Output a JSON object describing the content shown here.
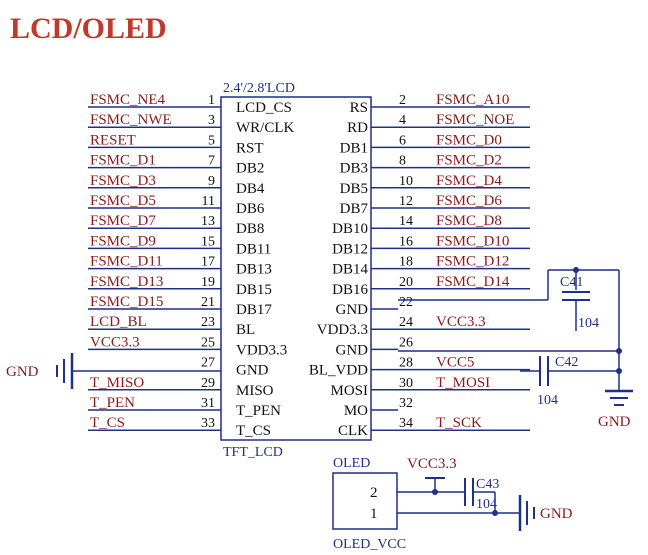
{
  "title": "LCD/OLED",
  "lcd": {
    "header": "2.4'/2.8'LCD",
    "footer": "TFT_LCD",
    "left_pins": [
      {
        "num": "1",
        "name": "LCD_CS",
        "net": "FSMC_NE4"
      },
      {
        "num": "3",
        "name": "WR/CLK",
        "net": "FSMC_NWE"
      },
      {
        "num": "5",
        "name": "RST",
        "net": "RESET"
      },
      {
        "num": "7",
        "name": "DB2",
        "net": "FSMC_D1"
      },
      {
        "num": "9",
        "name": "DB4",
        "net": "FSMC_D3"
      },
      {
        "num": "11",
        "name": "DB6",
        "net": "FSMC_D5"
      },
      {
        "num": "13",
        "name": "DB8",
        "net": "FSMC_D7"
      },
      {
        "num": "15",
        "name": "DB11",
        "net": "FSMC_D9"
      },
      {
        "num": "17",
        "name": "DB13",
        "net": "FSMC_D11"
      },
      {
        "num": "19",
        "name": "DB15",
        "net": "FSMC_D13"
      },
      {
        "num": "21",
        "name": "DB17",
        "net": "FSMC_D15"
      },
      {
        "num": "23",
        "name": "BL",
        "net": "LCD_BL"
      },
      {
        "num": "25",
        "name": "VDD3.3",
        "net": "VCC3.3"
      },
      {
        "num": "27",
        "name": "GND",
        "net": ""
      },
      {
        "num": "29",
        "name": "MISO",
        "net": "T_MISO"
      },
      {
        "num": "31",
        "name": "T_PEN",
        "net": "T_PEN"
      },
      {
        "num": "33",
        "name": "T_CS",
        "net": "T_CS"
      }
    ],
    "right_pins": [
      {
        "num": "2",
        "name": "RS",
        "net": "FSMC_A10"
      },
      {
        "num": "4",
        "name": "RD",
        "net": "FSMC_NOE"
      },
      {
        "num": "6",
        "name": "DB1",
        "net": "FSMC_D0"
      },
      {
        "num": "8",
        "name": "DB3",
        "net": "FSMC_D2"
      },
      {
        "num": "10",
        "name": "DB5",
        "net": "FSMC_D4"
      },
      {
        "num": "12",
        "name": "DB7",
        "net": "FSMC_D6"
      },
      {
        "num": "14",
        "name": "DB10",
        "net": "FSMC_D8"
      },
      {
        "num": "16",
        "name": "DB12",
        "net": "FSMC_D10"
      },
      {
        "num": "18",
        "name": "DB14",
        "net": "FSMC_D12"
      },
      {
        "num": "20",
        "name": "DB16",
        "net": "FSMC_D14"
      },
      {
        "num": "22",
        "name": "GND",
        "net": ""
      },
      {
        "num": "24",
        "name": "VDD3.3",
        "net": "VCC3.3"
      },
      {
        "num": "26",
        "name": "GND",
        "net": ""
      },
      {
        "num": "28",
        "name": "BL_VDD",
        "net": "VCC5"
      },
      {
        "num": "30",
        "name": "MOSI",
        "net": "T_MOSI"
      },
      {
        "num": "32",
        "name": "MO",
        "net": ""
      },
      {
        "num": "34",
        "name": "CLK",
        "net": "T_SCK"
      }
    ]
  },
  "gnd_left": "GND",
  "gnd_right": "GND",
  "c41": {
    "ref": "C41",
    "value": "104"
  },
  "c42": {
    "ref": "C42",
    "value": "104"
  },
  "oled": {
    "header": "OLED",
    "footer": "OLED_VCC",
    "pin2": "2",
    "pin1": "1",
    "vcc": "VCC3.3",
    "gnd": "GND",
    "c43": {
      "ref": "C43",
      "value": "104"
    }
  },
  "colors": {
    "title": "#c0392b",
    "net": "#8b1a1a",
    "wire": "#1f2f8a"
  }
}
